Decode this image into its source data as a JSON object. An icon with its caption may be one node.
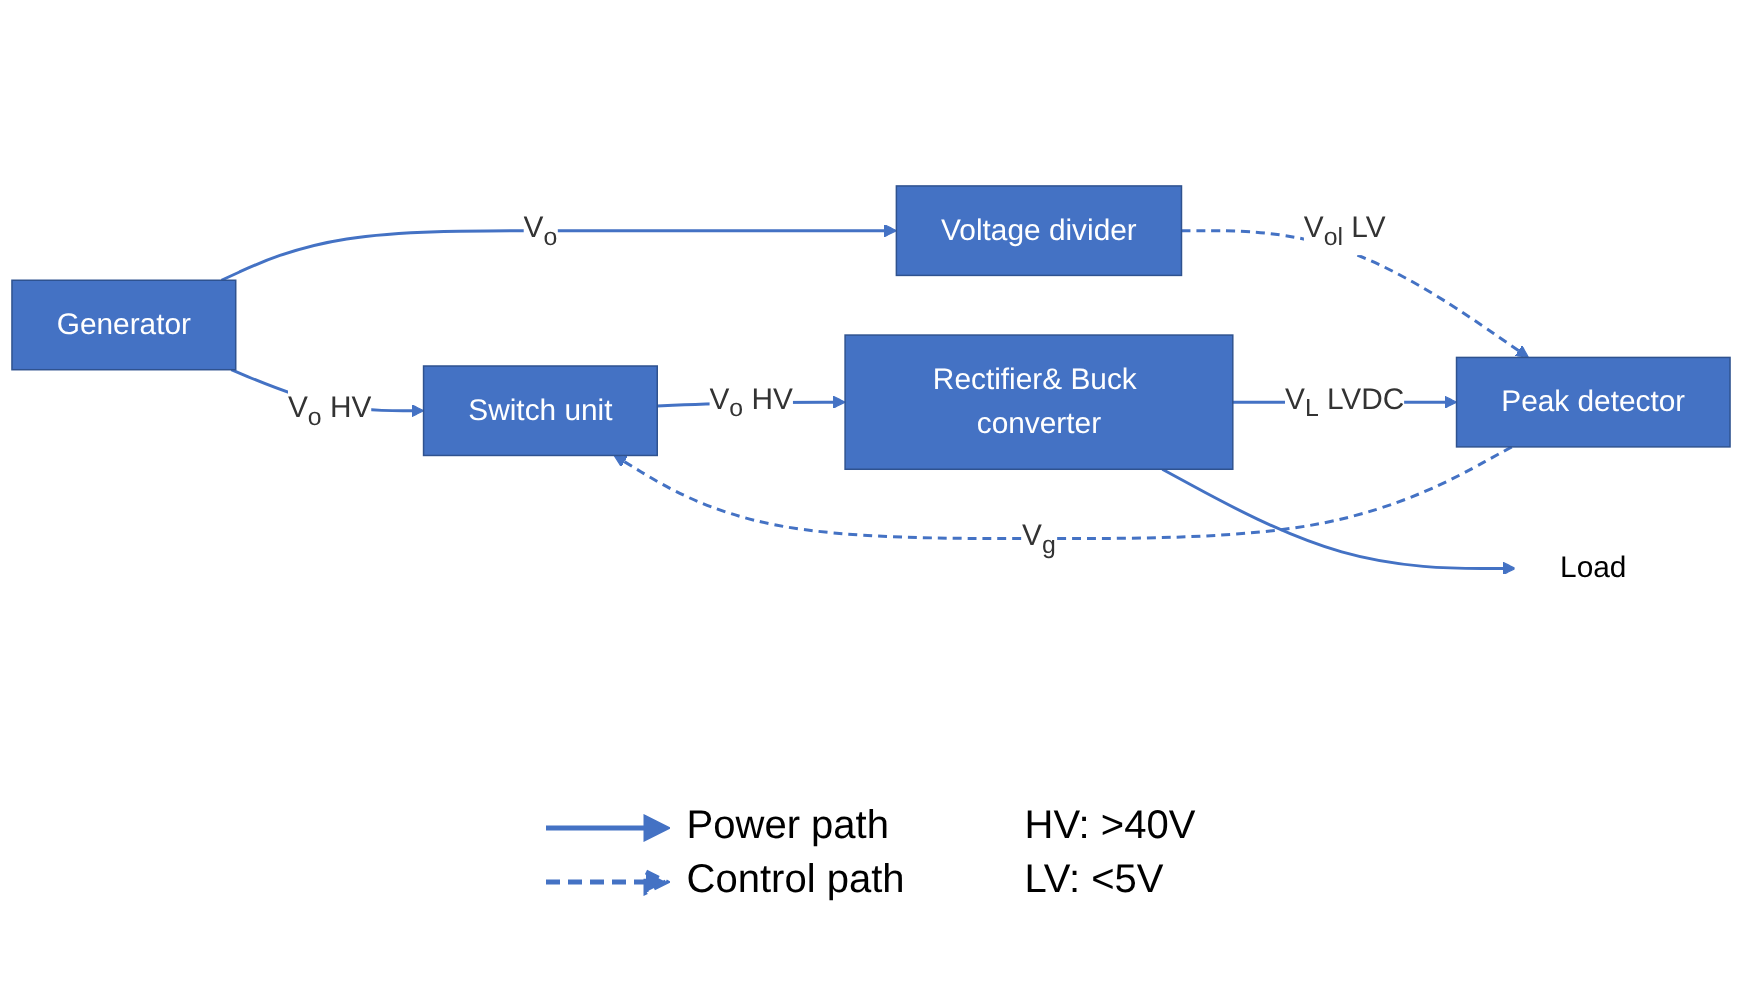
{
  "diagram": {
    "nodes": [
      {
        "text": [
          "Generator"
        ]
      },
      {
        "text": [
          "Switch unit"
        ]
      },
      {
        "text": [
          "Rectifier& Buck converter"
        ]
      },
      {
        "text": [
          "Voltage divider"
        ]
      },
      {
        "text": [
          "Peak detector"
        ]
      },
      {
        "text": [
          "Load"
        ]
      }
    ],
    "edges": [
      {
        "from": 0,
        "to": 1,
        "arrow": "to",
        "label": "V$_{o}$ HV"
      },
      {
        "from": 1,
        "to": 2,
        "arrow": "to",
        "label": "V$_{o}$ HV"
      },
      {
        "from": 0,
        "to": 3,
        "arrow": "to",
        "label": "V$_{o}$"
      },
      {
        "from": 3,
        "to": 4,
        "arrow": "to",
        "label": "V$_{ol}$ LV",
        "style": "dashed"
      },
      {
        "from": 4,
        "to": 1,
        "arrow": "to",
        "label": "V$_{g}$",
        "style": "dashed"
      },
      {
        "from": 2,
        "to": 4,
        "arrow": "to",
        "label": "V$_{L}$ LVDC"
      },
      {
        "from": 2,
        "to": 5,
        "arrow": "to"
      }
    ],
    "labels": [
      "HV: >40V",
      "LV: <5V"
    ],
    "legend": [
      {
        "text": "Power path"
      },
      {
        "text": "Control path"
      }
    ]
  }
}
